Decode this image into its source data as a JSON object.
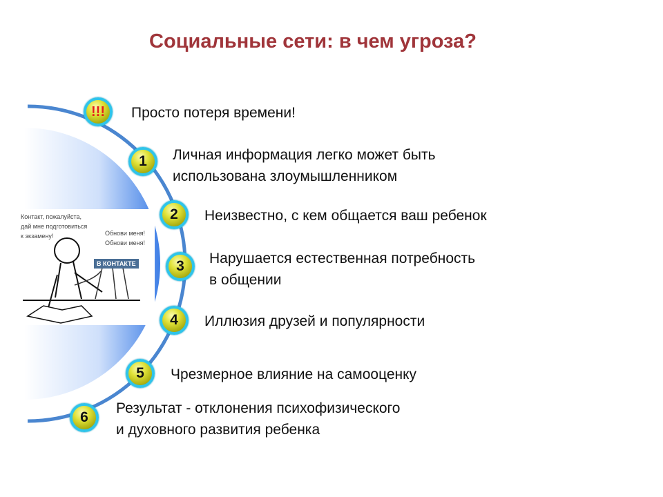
{
  "title": "Социальные сети: в чем угроза?",
  "items": [
    {
      "badge": "!!!",
      "text": "Просто потеря времени!"
    },
    {
      "badge": "1",
      "line1": "Личная информация легко может быть",
      "line2": "использована злоумышленником"
    },
    {
      "badge": "2",
      "text": "Неизвестно, с кем общается ваш ребенок"
    },
    {
      "badge": "3",
      "line1": "Нарушается естественная потребность",
      "line2": "в общении"
    },
    {
      "badge": "4",
      "text": "Иллюзия друзей и популярности"
    },
    {
      "badge": "5",
      "text": "Чрезмерное влияние на самооценку"
    },
    {
      "badge": "6",
      "line1": "Результат  - отклонения психофизического",
      "line2": "и духовного развития ребенка"
    }
  ],
  "comic": {
    "caption1": "Контакт, пожалуйста,",
    "caption2": "дай мне подготовиться",
    "caption3": "к экзамену!",
    "update1": "Обнови меня!",
    "update2": "Обнови меня!",
    "logo": "В КОНТАКТЕ"
  },
  "colors": {
    "title": "#a0353a",
    "arc": "#4a86d0",
    "badge_border": "#2fc4ea"
  }
}
